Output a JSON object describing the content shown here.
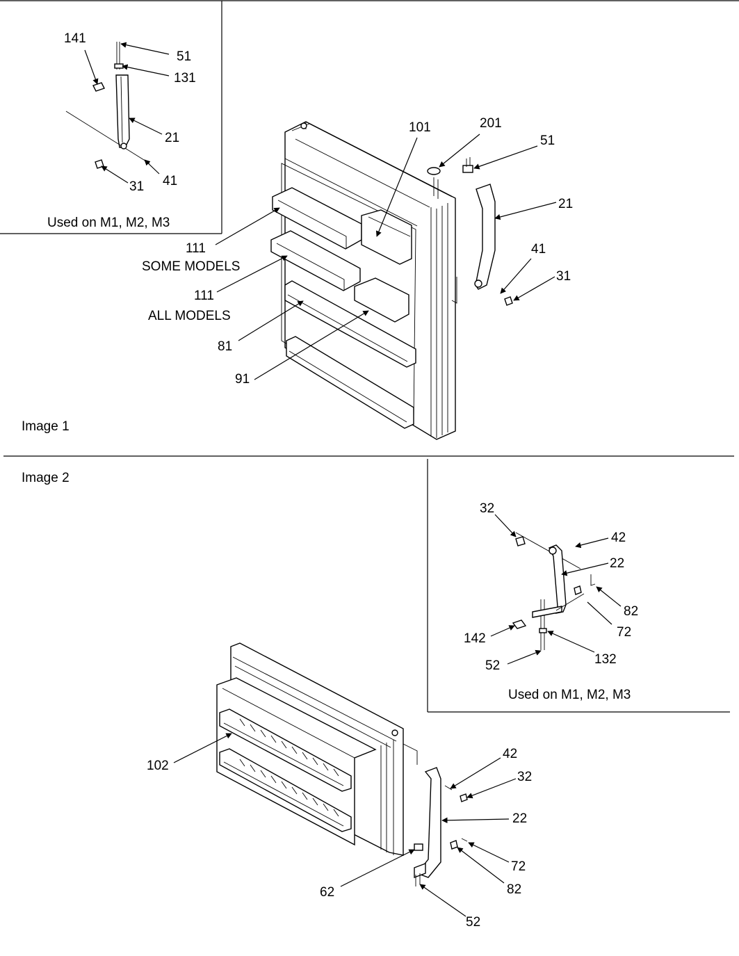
{
  "image1": {
    "caption": "Image 1",
    "inset_caption": "Used on M1, M2, M3",
    "inset_labels": {
      "l141": "141",
      "l51": "51",
      "l131": "131",
      "l21": "21",
      "l41": "41",
      "l31": "31"
    },
    "labels": {
      "l101": "101",
      "l201": "201",
      "l51": "51",
      "l21": "21",
      "l41": "41",
      "l31": "31",
      "l111a": "111",
      "l111b": "111",
      "l81": "81",
      "l91": "91"
    },
    "notes": {
      "some_models": "SOME MODELS",
      "all_models": "ALL MODELS"
    }
  },
  "image2": {
    "caption": "Image 2",
    "inset_caption": "Used on M1, M2, M3",
    "inset_labels": {
      "l32": "32",
      "l42": "42",
      "l22": "22",
      "l82": "82",
      "l72": "72",
      "l142": "142",
      "l132": "132",
      "l52": "52"
    },
    "labels": {
      "l102": "102",
      "l42": "42",
      "l32": "32",
      "l22": "22",
      "l72": "72",
      "l82": "82",
      "l62": "62",
      "l52": "52"
    }
  }
}
